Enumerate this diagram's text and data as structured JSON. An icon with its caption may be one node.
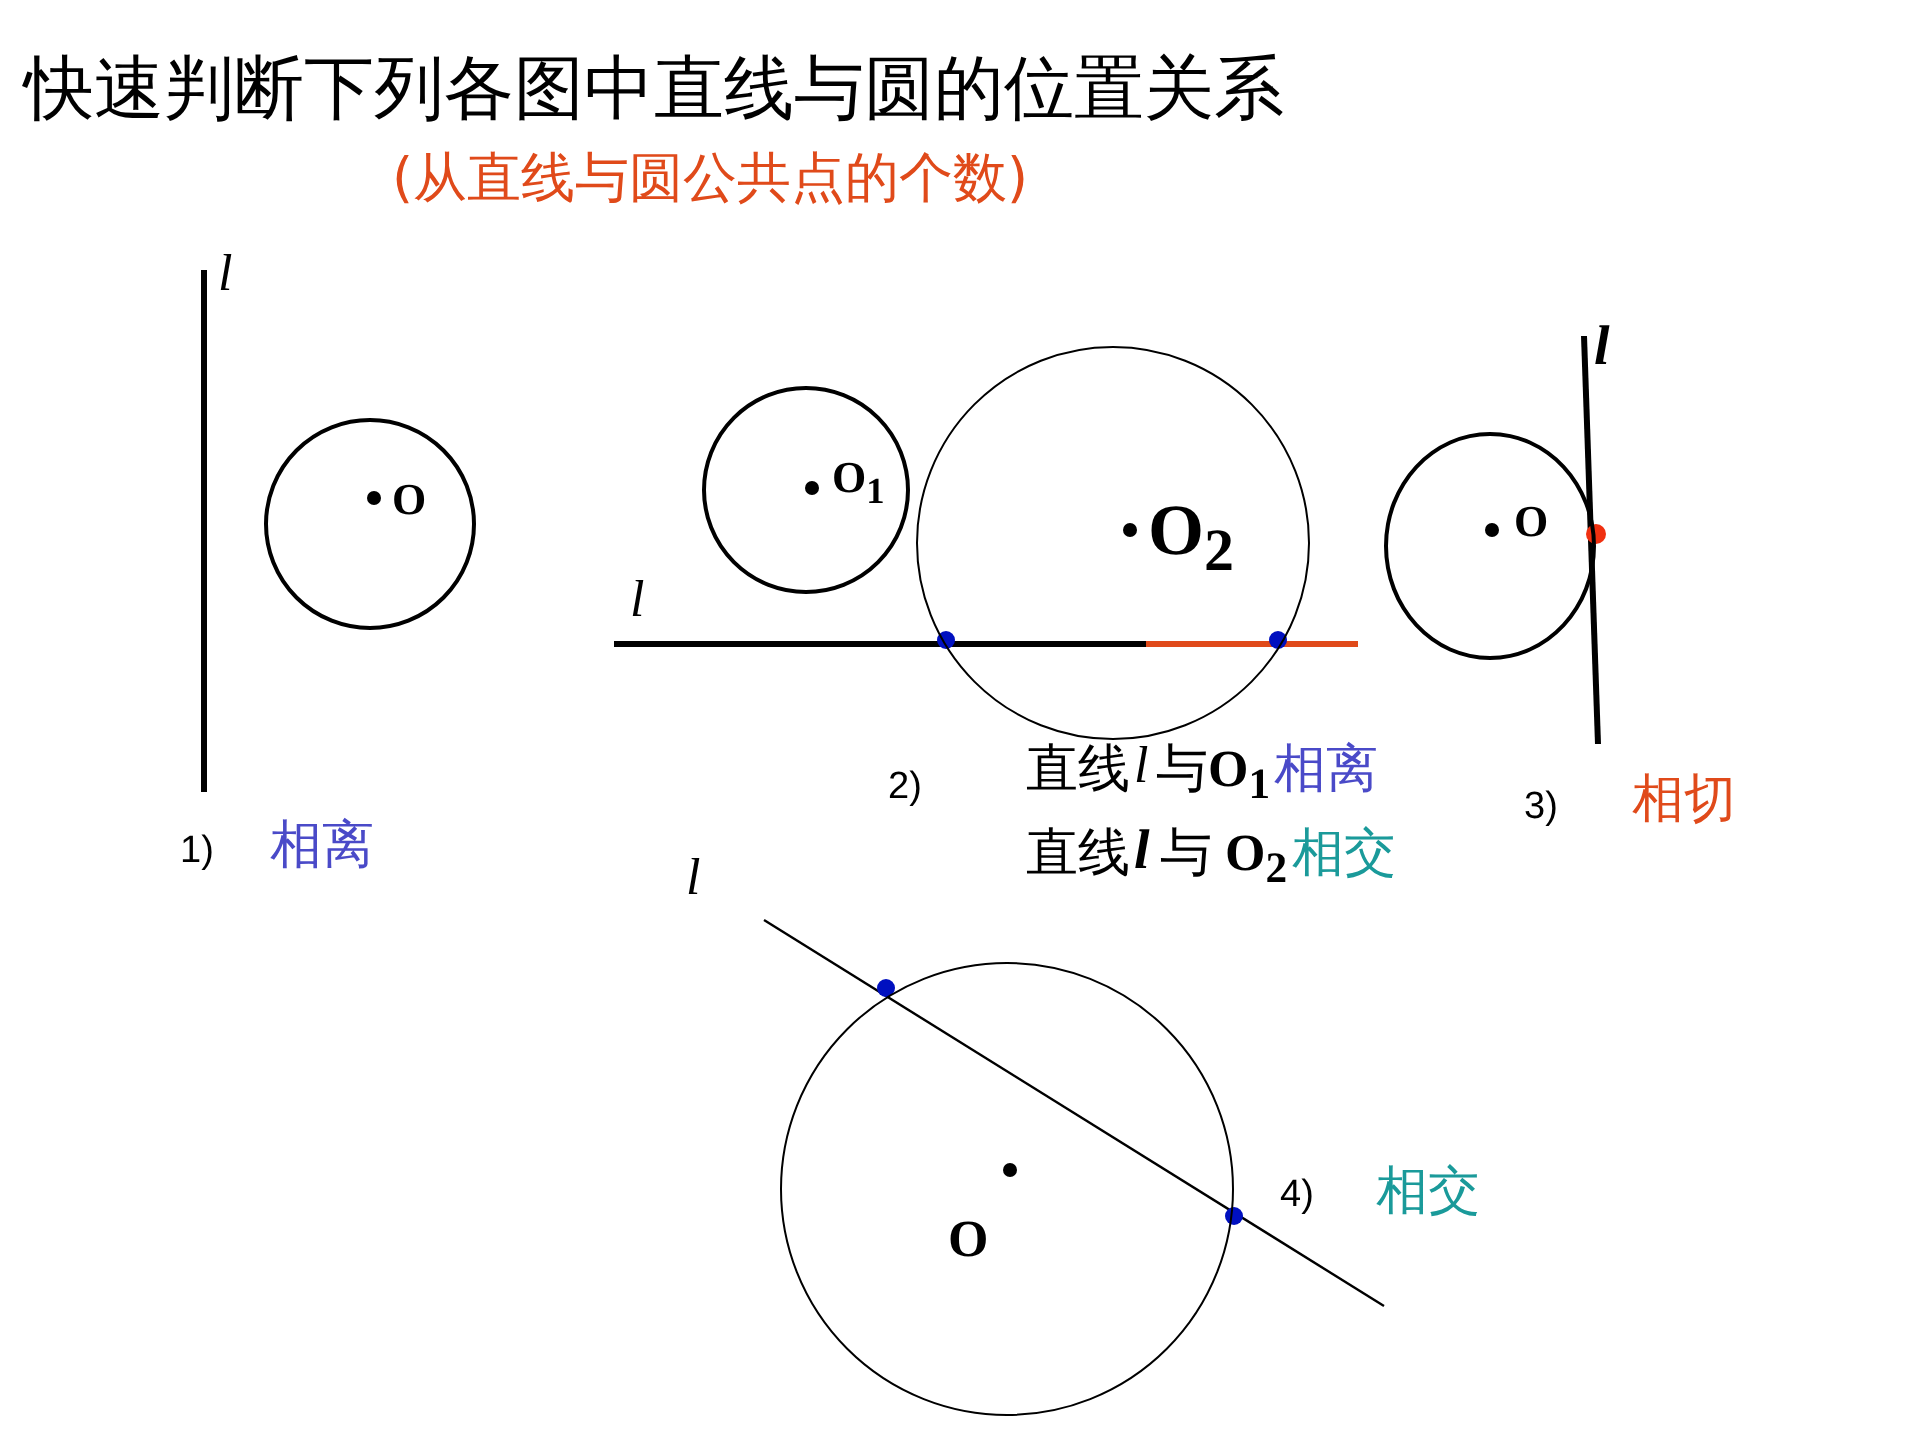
{
  "diagram": {
    "title": "快速判断下列各图中直线与圆的位置关系",
    "nodes": [
      {
        "text": [
          "O"
        ]
      },
      {
        "text": [
          "O$_{1}$"
        ]
      },
      {
        "text": [
          "O$_{2}$"
        ]
      },
      {
        "text": [
          "O"
        ]
      },
      {
        "text": [
          "O"
        ]
      }
    ],
    "edges": [],
    "labels": [
      "(从直线与圆公共点的个数)",
      "l",
      "l",
      "l",
      "1)",
      "相离",
      "2)",
      "直线",
      "l",
      "与**O$_{1}$**",
      "相离",
      "3)",
      "相切",
      "直线",
      "l",
      "与 **O$_{2}$**",
      "相交",
      "l",
      "4)",
      "相交"
    ]
  }
}
